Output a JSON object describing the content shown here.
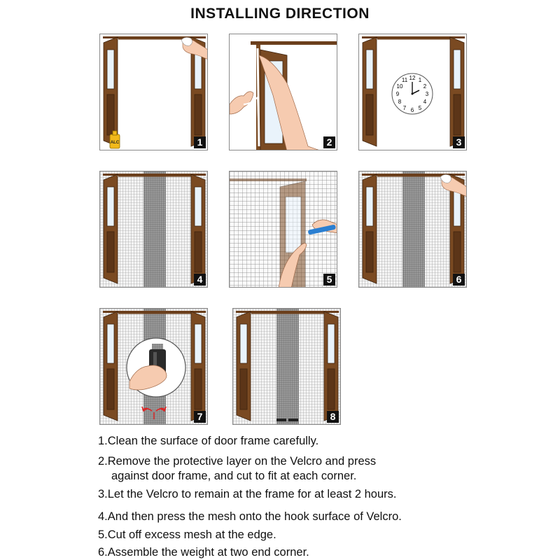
{
  "title": "INSTALLING  DIRECTION",
  "panels": [
    {
      "number": "1",
      "bottle_label": "ALC"
    },
    {
      "number": "2"
    },
    {
      "number": "3",
      "clock_numbers": [
        "12",
        "1",
        "2",
        "3",
        "4",
        "5",
        "6",
        "7",
        "8",
        "9",
        "10",
        "11"
      ]
    },
    {
      "number": "4"
    },
    {
      "number": "5"
    },
    {
      "number": "6"
    },
    {
      "number": "7"
    },
    {
      "number": "8"
    }
  ],
  "steps": [
    {
      "line1": "1.Clean the surface of door frame carefully.",
      "line2": ""
    },
    {
      "line1": "2.Remove the protective layer on the Velcro and press",
      "line2": "against door frame, and cut to fit at each corner."
    },
    {
      "line1": "3.Let the Velcro to remain at the frame for at least 2 hours.",
      "line2": ""
    },
    {
      "line1": "4.And then press the mesh onto the hook surface of Velcro.",
      "line2": ""
    },
    {
      "line1": "5.Cut off excess mesh at the edge.",
      "line2": ""
    },
    {
      "line1": "6.Assemble the weight at two end corner.",
      "line2": ""
    }
  ]
}
